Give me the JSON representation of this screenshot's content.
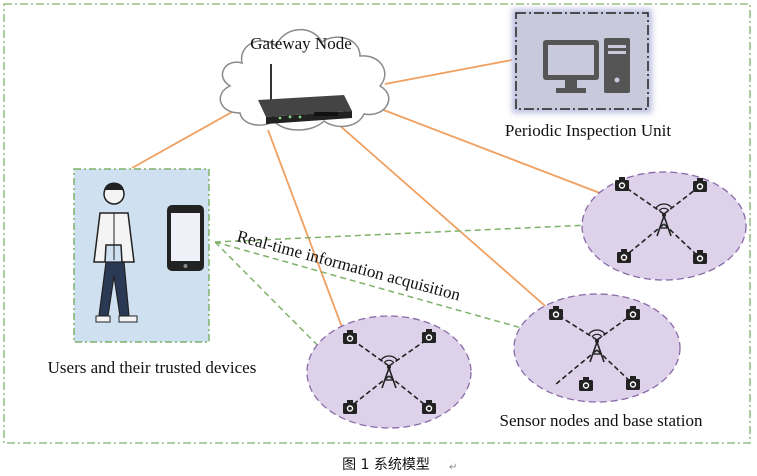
{
  "labels": {
    "gateway": "Gateway Node",
    "inspection": "Periodic Inspection Unit",
    "users": "Users and their trusted devices",
    "realtime": "Real-time information acquisition",
    "sensors": "Sensor nodes and base station"
  },
  "caption": "图 1  系统模型",
  "colors": {
    "frame": "#7fb26a",
    "link": "#f0a060",
    "dashed": "#7fb26a",
    "cluster_fill": "#ddd2ea",
    "cluster_stroke": "#8a6aa8",
    "inspection_fill": "#c9c9dc",
    "users_fill": "#cfe0f0"
  },
  "icons": [
    "cloud-icon",
    "router-icon",
    "desktop-computer-icon",
    "person-icon",
    "smartphone-icon",
    "camera-icon",
    "antenna-icon"
  ]
}
